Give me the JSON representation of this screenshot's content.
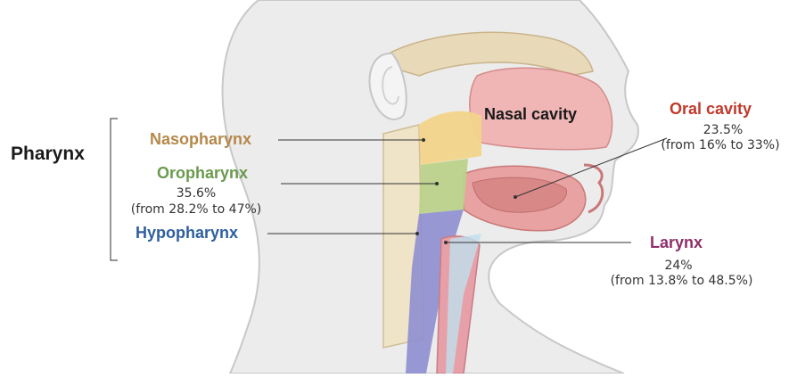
{
  "labels": {
    "pharynx": "Pharynx",
    "nasopharynx": "Nasopharynx",
    "oropharynx": "Oropharynx",
    "oropharynx_pct": "35.6%",
    "oropharynx_range": "(from 28.2% to 47%)",
    "hypopharynx": "Hypopharynx",
    "nasal_cavity": "Nasal cavity",
    "oral_cavity": "Oral cavity",
    "oral_cavity_pct": "23.5%",
    "oral_cavity_range": "(from 16% to 33%)",
    "larynx": "Larynx",
    "larynx_pct": "24%",
    "larynx_range": "(from 13.8% to 48.5%)"
  },
  "colors": {
    "pharynx": "#1a1a1a",
    "nasopharynx": "#b5884a",
    "oropharynx": "#6a9a4c",
    "hypopharynx": "#2f5f9e",
    "nasal_cavity": "#1a1a1a",
    "oral_cavity": "#c0392b",
    "larynx": "#8e2f6a",
    "body_text": "#333333"
  }
}
